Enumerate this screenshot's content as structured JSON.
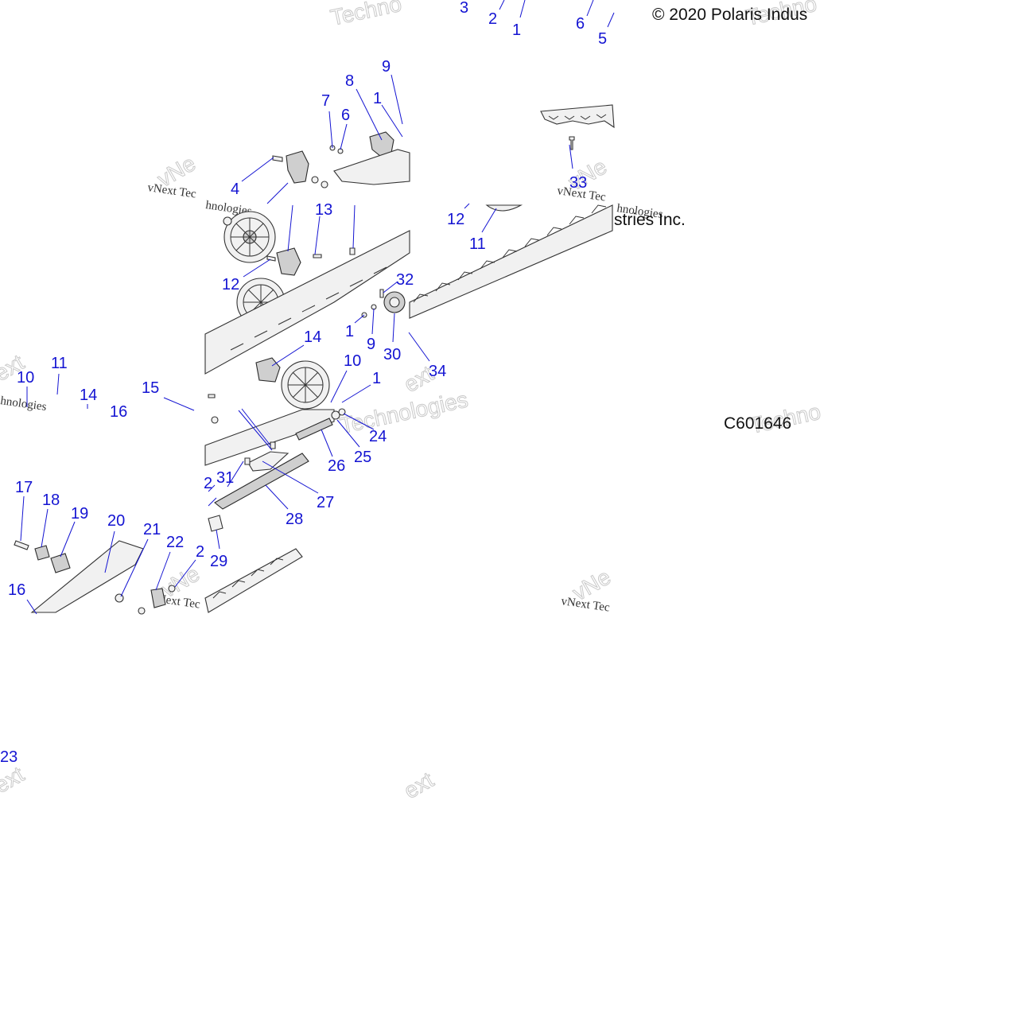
{
  "copyright_text": "© 2020 Polaris Indus",
  "copyright_fragment": "stries Inc.",
  "diagram_code": "C601646",
  "watermark": {
    "line1": "vNext Tec",
    "line2": "hnologies",
    "big": "Technologies",
    "big_short": "Techno",
    "vnext_short": "vNe",
    "ext": "ext"
  },
  "callouts": [
    {
      "id": "c-3",
      "label": "3"
    },
    {
      "id": "c-2a",
      "label": "2"
    },
    {
      "id": "c-1a",
      "label": "1"
    },
    {
      "id": "c-6a",
      "label": "6"
    },
    {
      "id": "c-5",
      "label": "5"
    },
    {
      "id": "c-9a",
      "label": "9"
    },
    {
      "id": "c-8",
      "label": "8"
    },
    {
      "id": "c-7",
      "label": "7"
    },
    {
      "id": "c-1b",
      "label": "1"
    },
    {
      "id": "c-6b",
      "label": "6"
    },
    {
      "id": "c-4",
      "label": "4"
    },
    {
      "id": "c-13",
      "label": "13"
    },
    {
      "id": "c-33",
      "label": "33"
    },
    {
      "id": "c-12a",
      "label": "12"
    },
    {
      "id": "c-11a",
      "label": "11"
    },
    {
      "id": "c-12b",
      "label": "12"
    },
    {
      "id": "c-32",
      "label": "32"
    },
    {
      "id": "c-1c",
      "label": "1"
    },
    {
      "id": "c-9b",
      "label": "9"
    },
    {
      "id": "c-30",
      "label": "30"
    },
    {
      "id": "c-14a",
      "label": "14"
    },
    {
      "id": "c-10a",
      "label": "10"
    },
    {
      "id": "c-1d",
      "label": "1"
    },
    {
      "id": "c-34",
      "label": "34"
    },
    {
      "id": "c-10b",
      "label": "10"
    },
    {
      "id": "c-11b",
      "label": "11"
    },
    {
      "id": "c-14b",
      "label": "14"
    },
    {
      "id": "c-15",
      "label": "15"
    },
    {
      "id": "c-16a",
      "label": "16"
    },
    {
      "id": "c-24",
      "label": "24"
    },
    {
      "id": "c-25",
      "label": "25"
    },
    {
      "id": "c-26",
      "label": "26"
    },
    {
      "id": "c-27",
      "label": "27"
    },
    {
      "id": "c-28",
      "label": "28"
    },
    {
      "id": "c-2b",
      "label": "2"
    },
    {
      "id": "c-31",
      "label": "31"
    },
    {
      "id": "c-29",
      "label": "29"
    },
    {
      "id": "c-17",
      "label": "17"
    },
    {
      "id": "c-18",
      "label": "18"
    },
    {
      "id": "c-19",
      "label": "19"
    },
    {
      "id": "c-20",
      "label": "20"
    },
    {
      "id": "c-21",
      "label": "21"
    },
    {
      "id": "c-22",
      "label": "22"
    },
    {
      "id": "c-2c",
      "label": "2"
    },
    {
      "id": "c-16b",
      "label": "16"
    },
    {
      "id": "c-23",
      "label": "23"
    }
  ]
}
